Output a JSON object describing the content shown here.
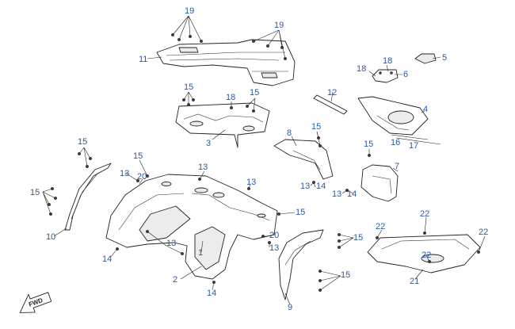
{
  "diagram": {
    "callouts": [
      {
        "id": "c19a",
        "text": "19"
      },
      {
        "id": "c19b",
        "text": "19"
      },
      {
        "id": "c11",
        "text": "11"
      },
      {
        "id": "c18a",
        "text": "18"
      },
      {
        "id": "c18b",
        "text": "18"
      },
      {
        "id": "c5",
        "text": "5"
      },
      {
        "id": "c6",
        "text": "6"
      },
      {
        "id": "c12",
        "text": "12"
      },
      {
        "id": "c4",
        "text": "4"
      },
      {
        "id": "c15a",
        "text": "15"
      },
      {
        "id": "c18c",
        "text": "18"
      },
      {
        "id": "c15b",
        "text": "15"
      },
      {
        "id": "c3",
        "text": "3"
      },
      {
        "id": "c8",
        "text": "8"
      },
      {
        "id": "c15c",
        "text": "15"
      },
      {
        "id": "c16",
        "text": "16"
      },
      {
        "id": "c17",
        "text": "17"
      },
      {
        "id": "c15d",
        "text": "15"
      },
      {
        "id": "c7",
        "text": "7"
      },
      {
        "id": "c15e",
        "text": "15"
      },
      {
        "id": "c15f",
        "text": "15"
      },
      {
        "id": "c13a",
        "text": "13"
      },
      {
        "id": "c20a",
        "text": "20"
      },
      {
        "id": "c13b",
        "text": "13"
      },
      {
        "id": "c13c",
        "text": "13"
      },
      {
        "id": "c13d",
        "text": "13"
      },
      {
        "id": "c14a",
        "text": "14"
      },
      {
        "id": "c13e",
        "text": "13"
      },
      {
        "id": "c14b",
        "text": "14"
      },
      {
        "id": "c15g",
        "text": "15"
      },
      {
        "id": "c10",
        "text": "10"
      },
      {
        "id": "c15h",
        "text": "15"
      },
      {
        "id": "c20b",
        "text": "20"
      },
      {
        "id": "c15i",
        "text": "15"
      },
      {
        "id": "c13f",
        "text": "13"
      },
      {
        "id": "c13g",
        "text": "13"
      },
      {
        "id": "c14c",
        "text": "14"
      },
      {
        "id": "c1",
        "text": "1"
      },
      {
        "id": "c2",
        "text": "2"
      },
      {
        "id": "c14d",
        "text": "14"
      },
      {
        "id": "c15j",
        "text": "15"
      },
      {
        "id": "c9",
        "text": "9"
      },
      {
        "id": "c22a",
        "text": "22"
      },
      {
        "id": "c22b",
        "text": "22"
      },
      {
        "id": "c22c",
        "text": "22"
      },
      {
        "id": "c22d",
        "text": "22"
      },
      {
        "id": "c21",
        "text": "21"
      }
    ],
    "fwd_label": "FWD"
  }
}
